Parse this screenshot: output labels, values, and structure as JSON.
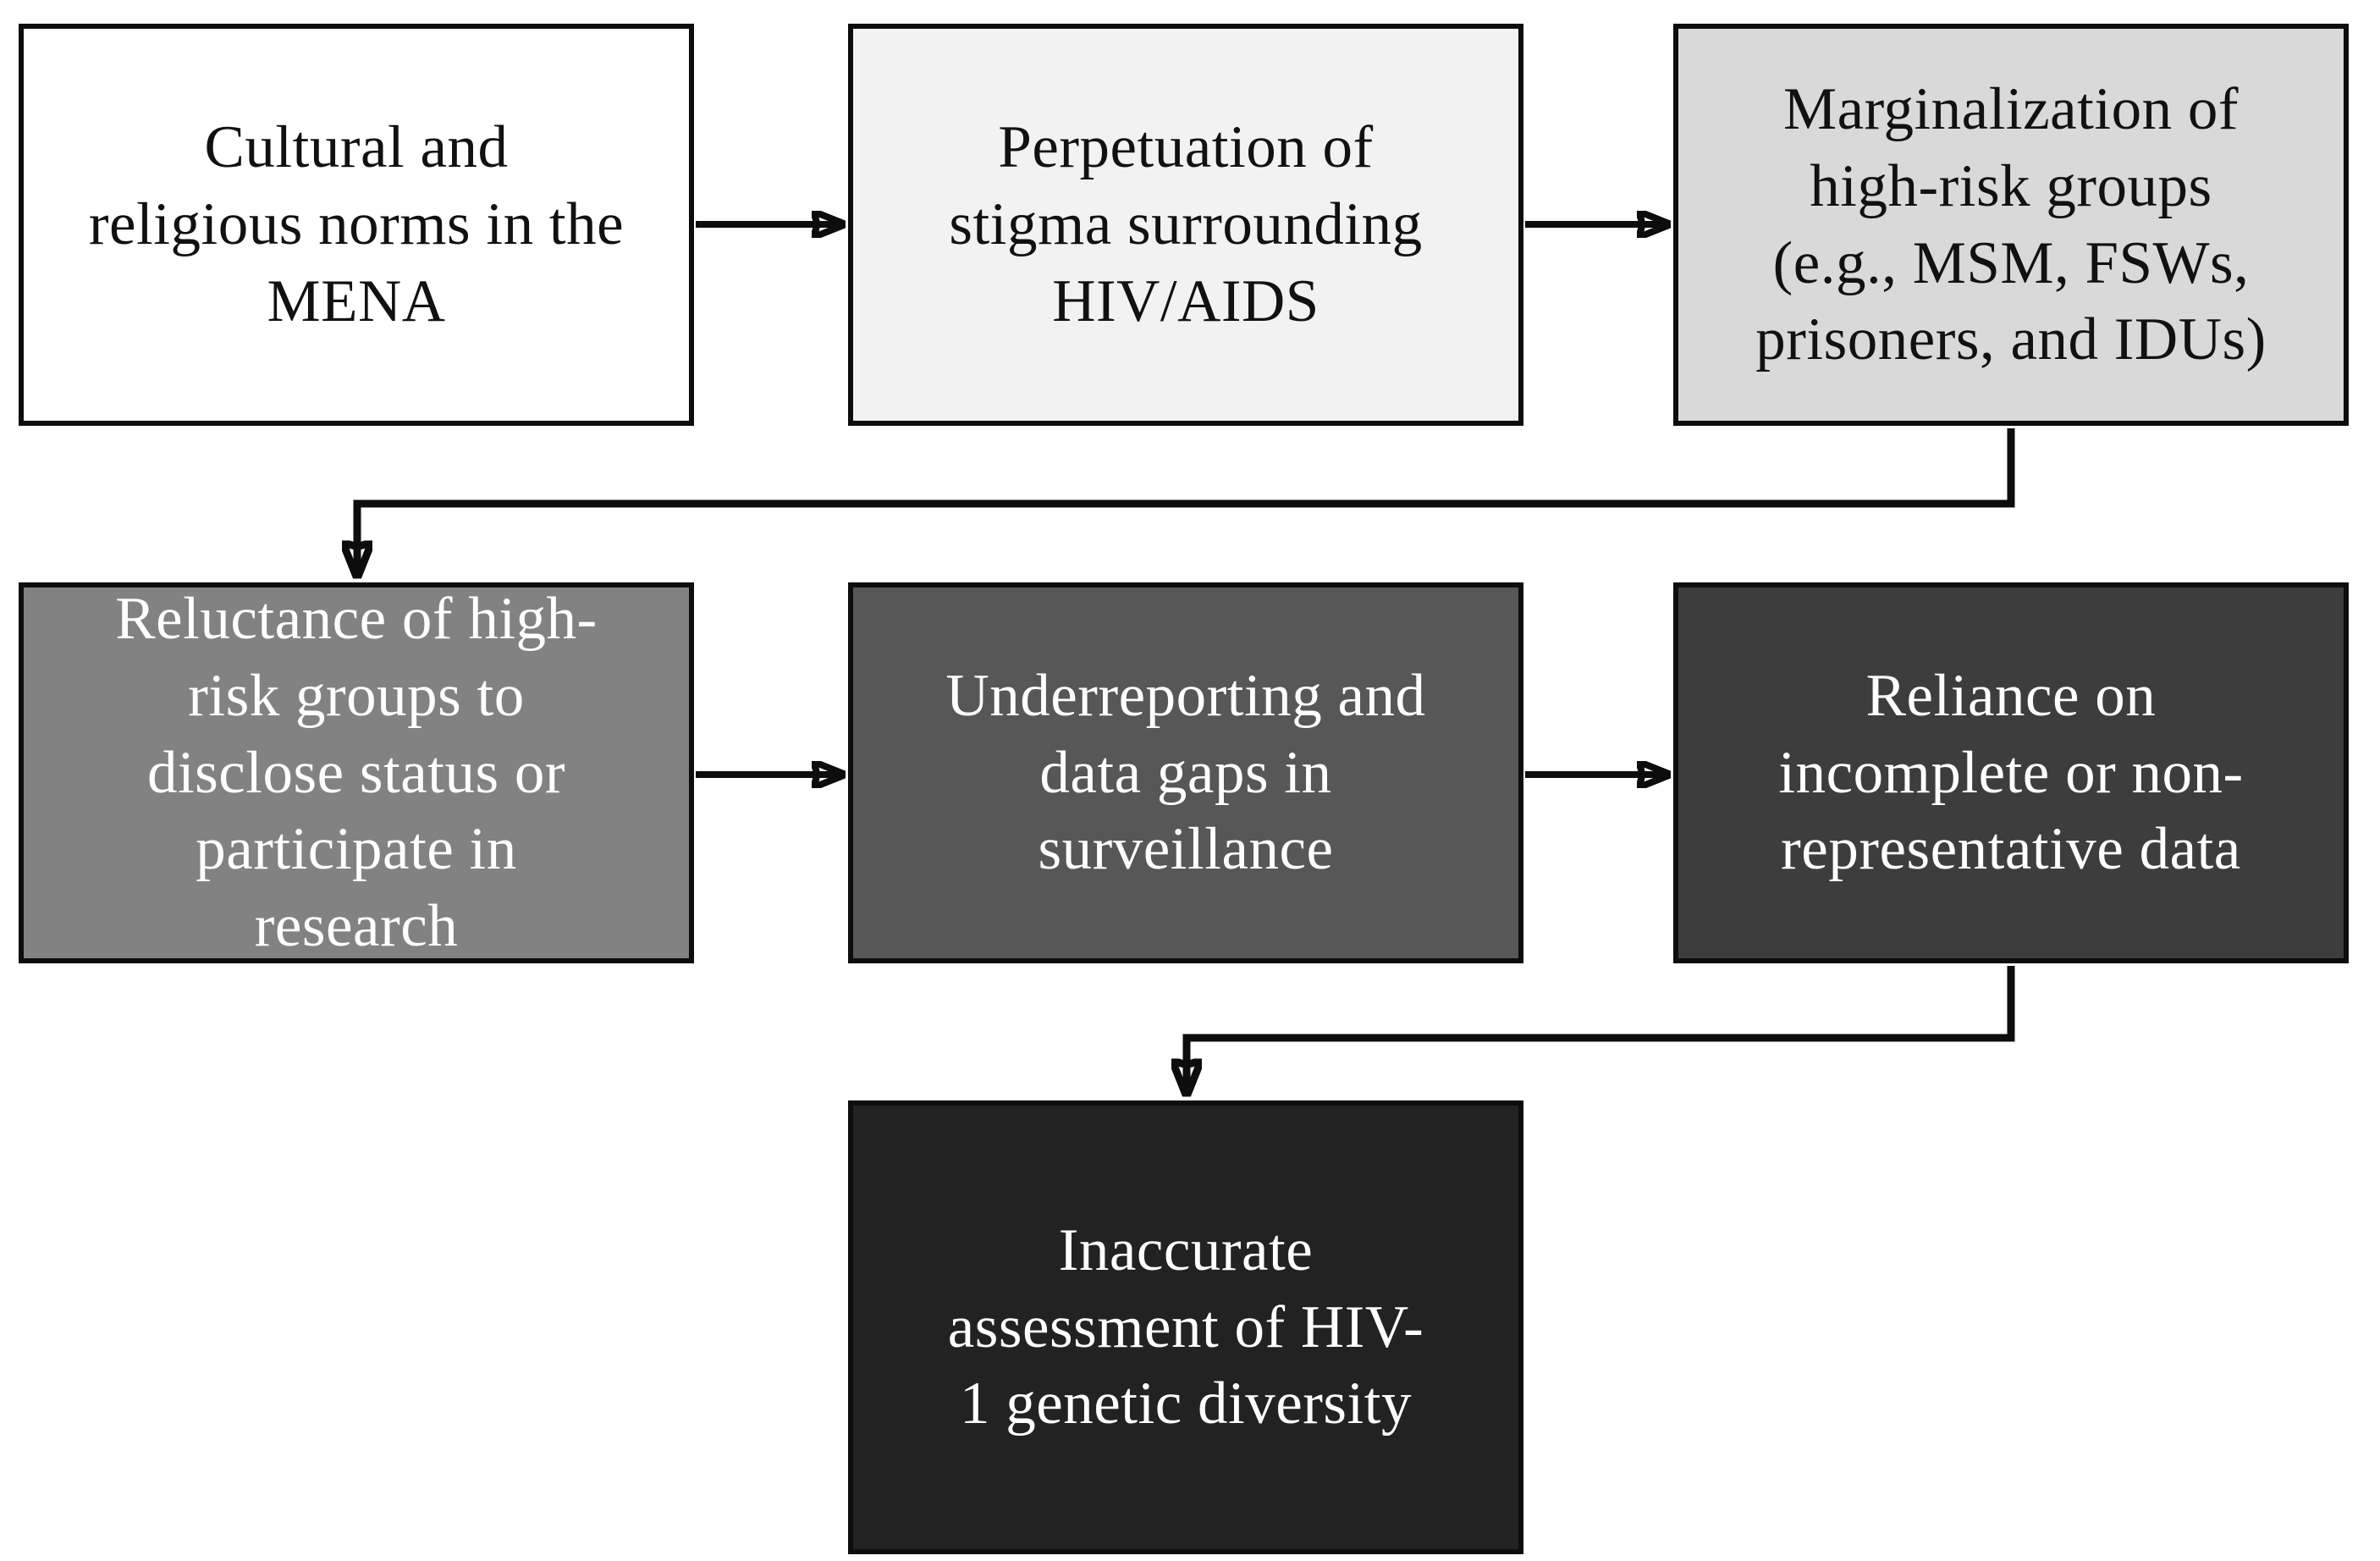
{
  "diagram": {
    "title": "Flowchart: stigma-driven data gaps leading to inaccurate assessment of HIV-1 genetic diversity in the MENA",
    "background_color": "#ffffff",
    "border_color": "#0d0d0d",
    "arrow_color": "#0d0d0d"
  },
  "boxes": [
    {
      "id": "box-1",
      "label": "Cultural and\nreligious norms in the\nMENA",
      "fill": "#ffffff",
      "text_color": "#111111"
    },
    {
      "id": "box-2",
      "label": "Perpetuation of\nstigma surrounding\nHIV/AIDS",
      "fill": "#f2f2f2",
      "text_color": "#111111"
    },
    {
      "id": "box-3",
      "label": "Marginalization of\nhigh-risk groups\n(e.g., MSM, FSWs,\nprisoners, and IDUs)",
      "fill": "#d9d9d9",
      "text_color": "#111111"
    },
    {
      "id": "box-4",
      "label": "Reluctance of high-\nrisk groups to\ndisclose status or\nparticipate in\nresearch",
      "fill": "#828282",
      "text_color": "#ffffff"
    },
    {
      "id": "box-5",
      "label": "Underreporting and\ndata gaps in\nsurveillance",
      "fill": "#575757",
      "text_color": "#ffffff"
    },
    {
      "id": "box-6",
      "label": "Reliance on\nincomplete or non-\nrepresentative data",
      "fill": "#3d3d3d",
      "text_color": "#ffffff"
    },
    {
      "id": "box-7",
      "label": "Inaccurate\nassessment of HIV-\n1 genetic diversity",
      "fill": "#222222",
      "text_color": "#ffffff"
    }
  ],
  "connections": [
    {
      "from": "box-1",
      "to": "box-2"
    },
    {
      "from": "box-2",
      "to": "box-3"
    },
    {
      "from": "box-3",
      "to": "box-4"
    },
    {
      "from": "box-4",
      "to": "box-5"
    },
    {
      "from": "box-5",
      "to": "box-6"
    },
    {
      "from": "box-6",
      "to": "box-7"
    }
  ]
}
